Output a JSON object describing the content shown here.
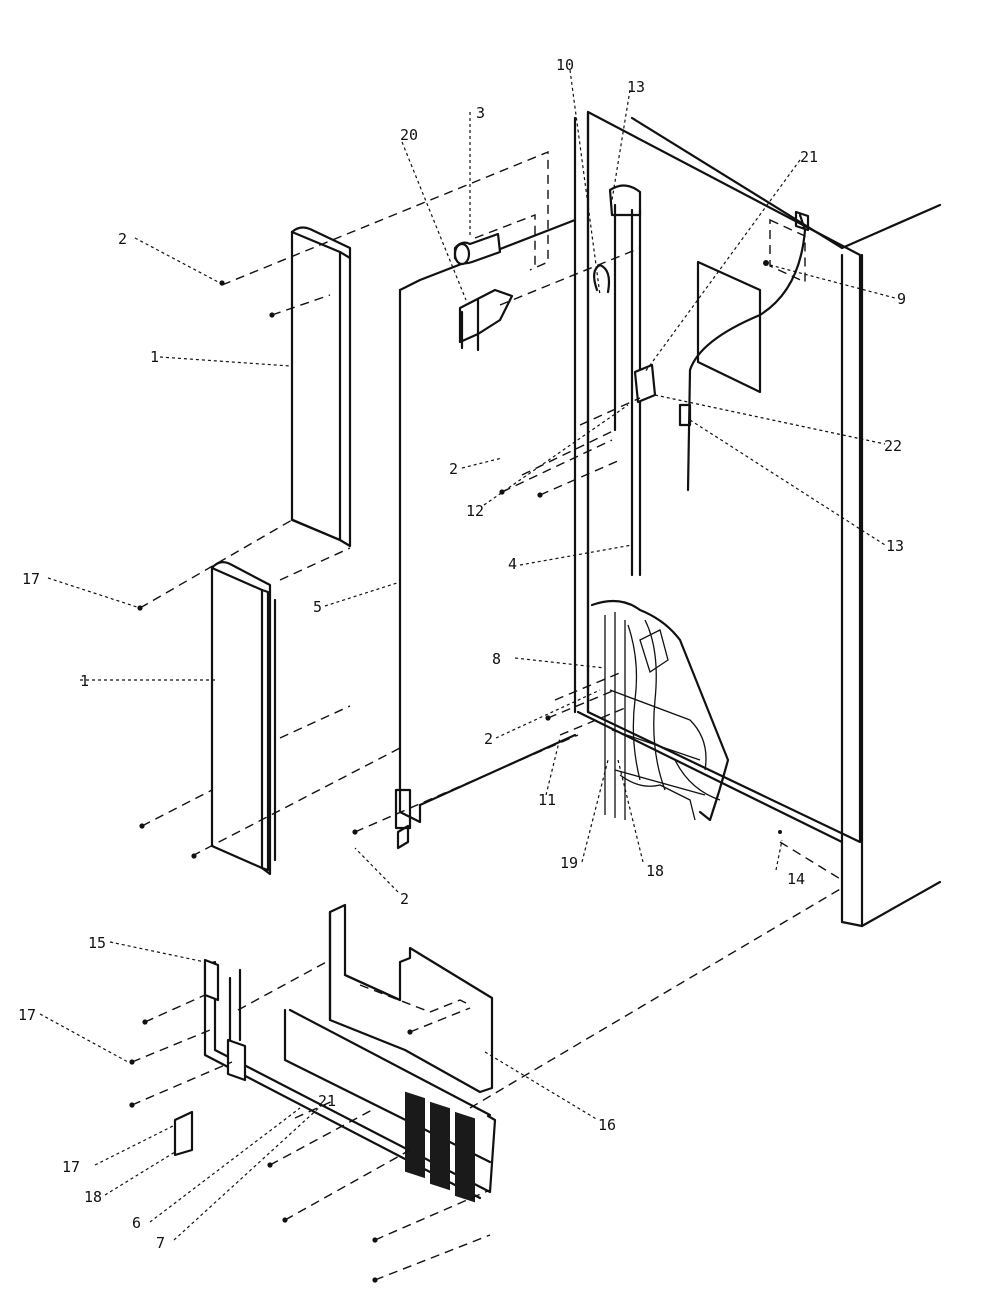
{
  "callouts": [
    {
      "id": "c-10",
      "text": "10"
    },
    {
      "id": "c-13a",
      "text": "13"
    },
    {
      "id": "c-3",
      "text": "3"
    },
    {
      "id": "c-20",
      "text": "20"
    },
    {
      "id": "c-21",
      "text": "21"
    },
    {
      "id": "c-9",
      "text": "9"
    },
    {
      "id": "c-2a",
      "text": "2"
    },
    {
      "id": "c-1a",
      "text": "1"
    },
    {
      "id": "c-22",
      "text": "22"
    },
    {
      "id": "c-2b",
      "text": "2"
    },
    {
      "id": "c-12",
      "text": "12"
    },
    {
      "id": "c-13b",
      "text": "13"
    },
    {
      "id": "c-4",
      "text": "4"
    },
    {
      "id": "c-17a",
      "text": "17"
    },
    {
      "id": "c-5",
      "text": "5"
    },
    {
      "id": "c-1b",
      "text": "1"
    },
    {
      "id": "c-8",
      "text": "8"
    },
    {
      "id": "c-2c",
      "text": "2"
    },
    {
      "id": "c-11",
      "text": "11"
    },
    {
      "id": "c-19",
      "text": "19"
    },
    {
      "id": "c-18a",
      "text": "18"
    },
    {
      "id": "c-14",
      "text": "14"
    },
    {
      "id": "c-2d",
      "text": "2"
    },
    {
      "id": "c-15",
      "text": "15"
    },
    {
      "id": "c-17b",
      "text": "17"
    },
    {
      "id": "c-16",
      "text": "16"
    },
    {
      "id": "c-17c",
      "text": "17"
    },
    {
      "id": "c-21b",
      "text": "21"
    },
    {
      "id": "c-18b",
      "text": "18"
    },
    {
      "id": "c-6",
      "text": "6"
    },
    {
      "id": "c-7",
      "text": "7"
    }
  ]
}
